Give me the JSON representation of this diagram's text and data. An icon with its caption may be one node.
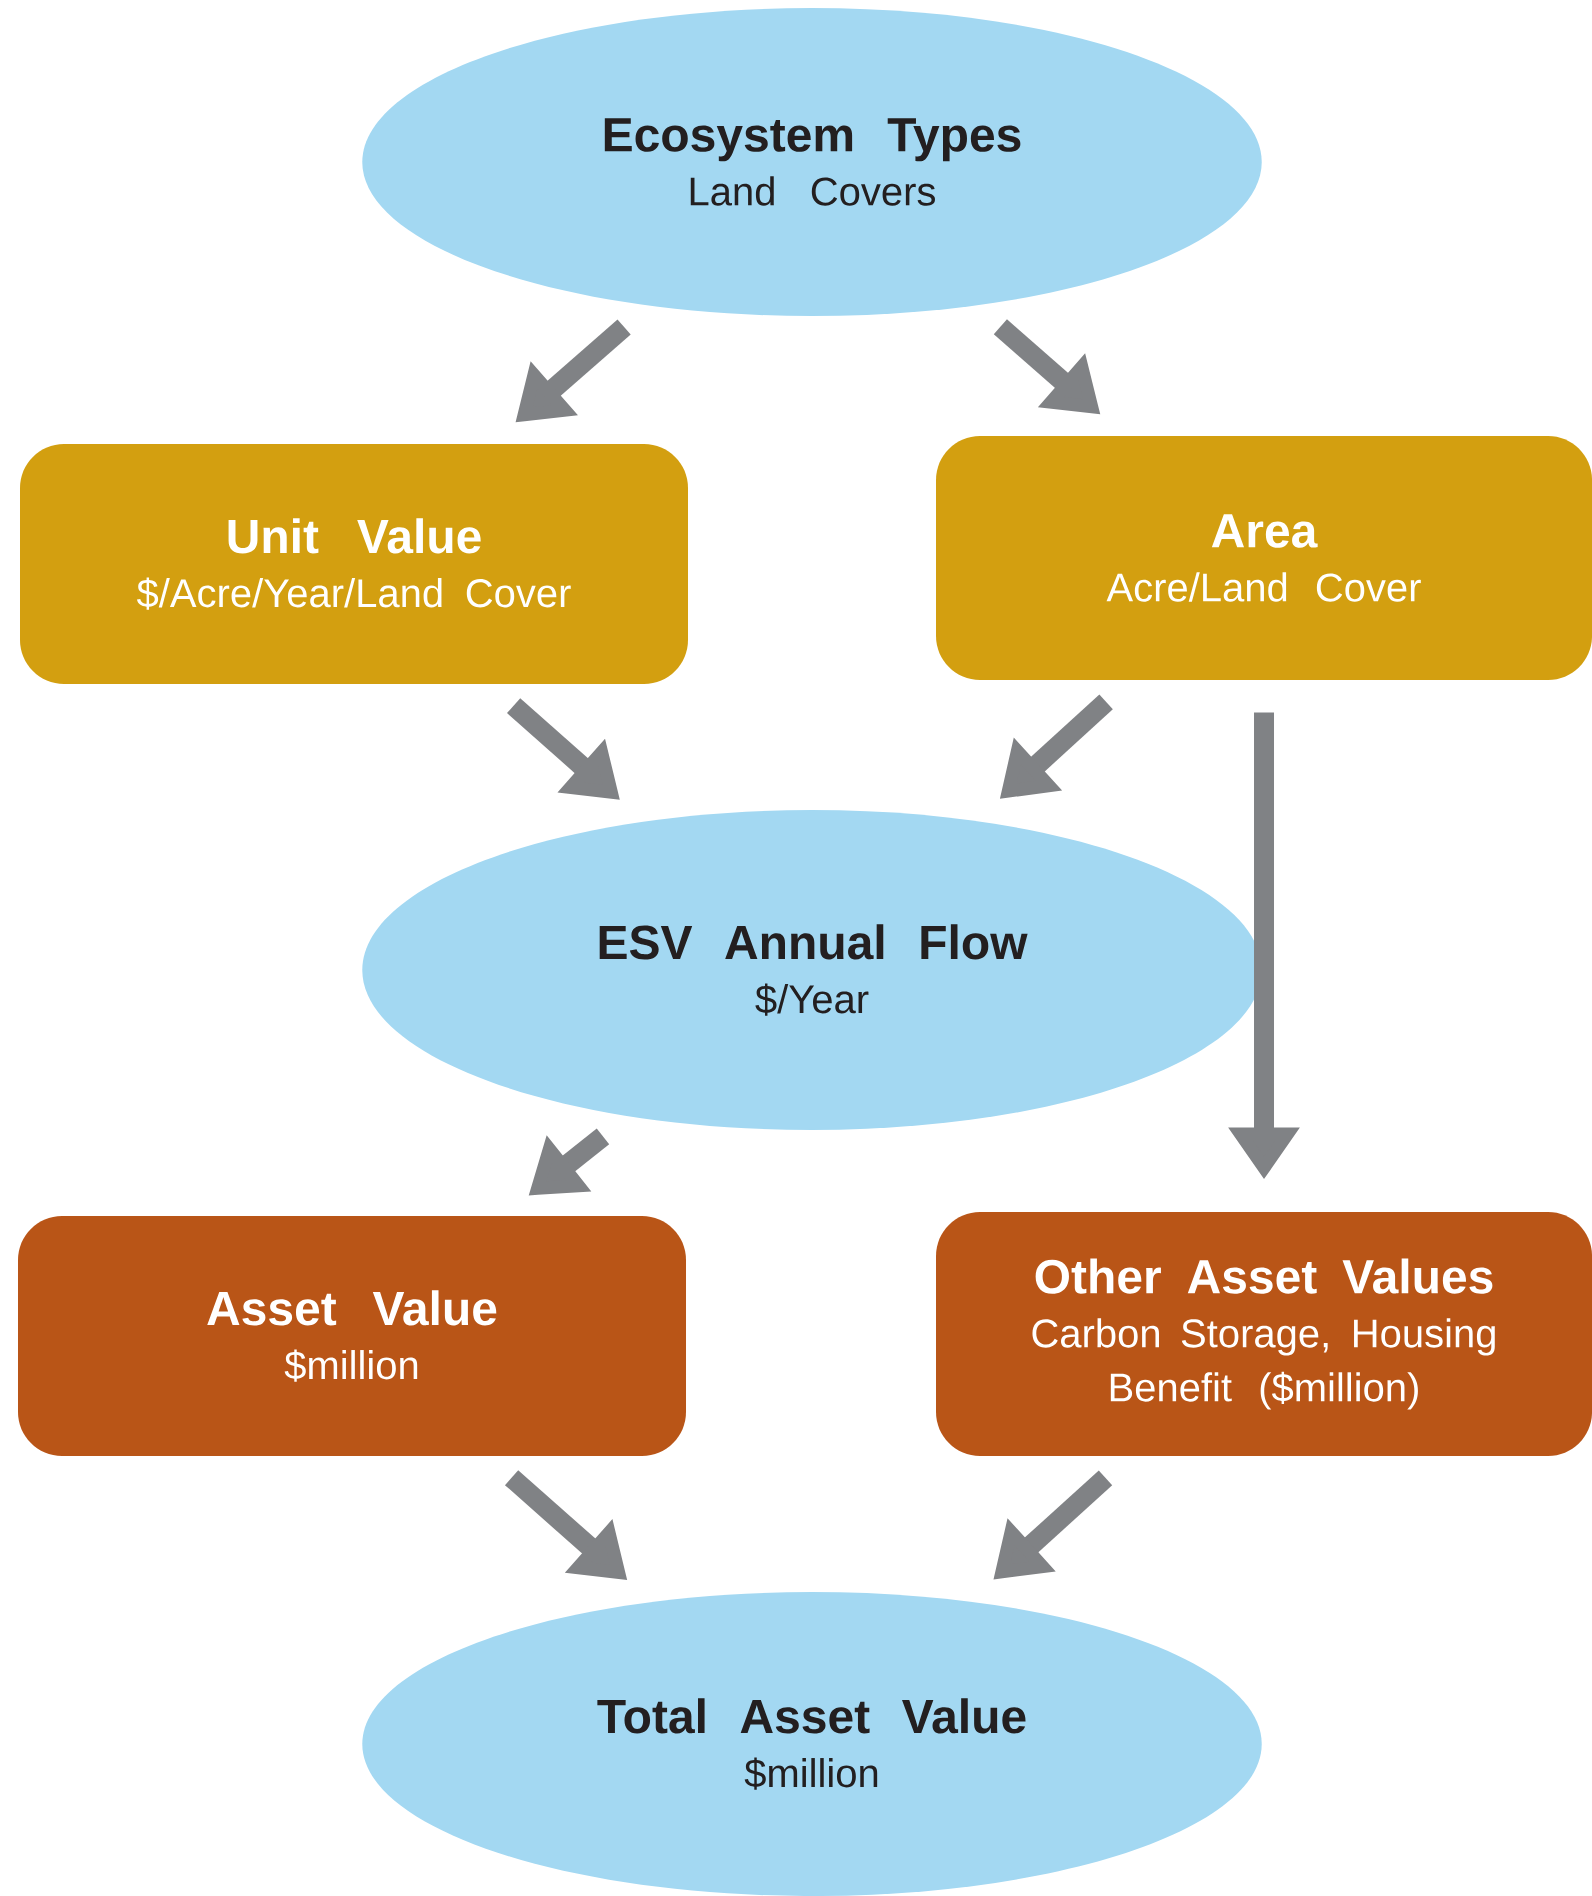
{
  "diagram": {
    "nodes": [
      {
        "text": [
          "Ecosystem Types",
          "Land Covers"
        ]
      },
      {
        "text": [
          "Unit Value",
          "$/Acre/Year/Land Cover"
        ]
      },
      {
        "text": [
          "Area",
          "Acre/Land Cover"
        ]
      },
      {
        "text": [
          "ESV Annual Flow",
          "$/Year"
        ]
      },
      {
        "text": [
          "Asset Value",
          "$million"
        ]
      },
      {
        "text": [
          "Other Asset Values",
          "Carbon Storage, Housing Benefit ($million)"
        ]
      },
      {
        "text": [
          "Total Asset Value",
          "$million"
        ]
      }
    ],
    "edges": [
      {
        "from": 0,
        "to": 1,
        "arrow": "to"
      },
      {
        "from": 0,
        "to": 2,
        "arrow": "to"
      },
      {
        "from": 1,
        "to": 3,
        "arrow": "to"
      },
      {
        "from": 2,
        "to": 3,
        "arrow": "to"
      },
      {
        "from": 2,
        "to": 5,
        "arrow": "to"
      },
      {
        "from": 3,
        "to": 4,
        "arrow": "to"
      },
      {
        "from": 4,
        "to": 6,
        "arrow": "to"
      },
      {
        "from": 5,
        "to": 6,
        "arrow": "to"
      }
    ]
  }
}
